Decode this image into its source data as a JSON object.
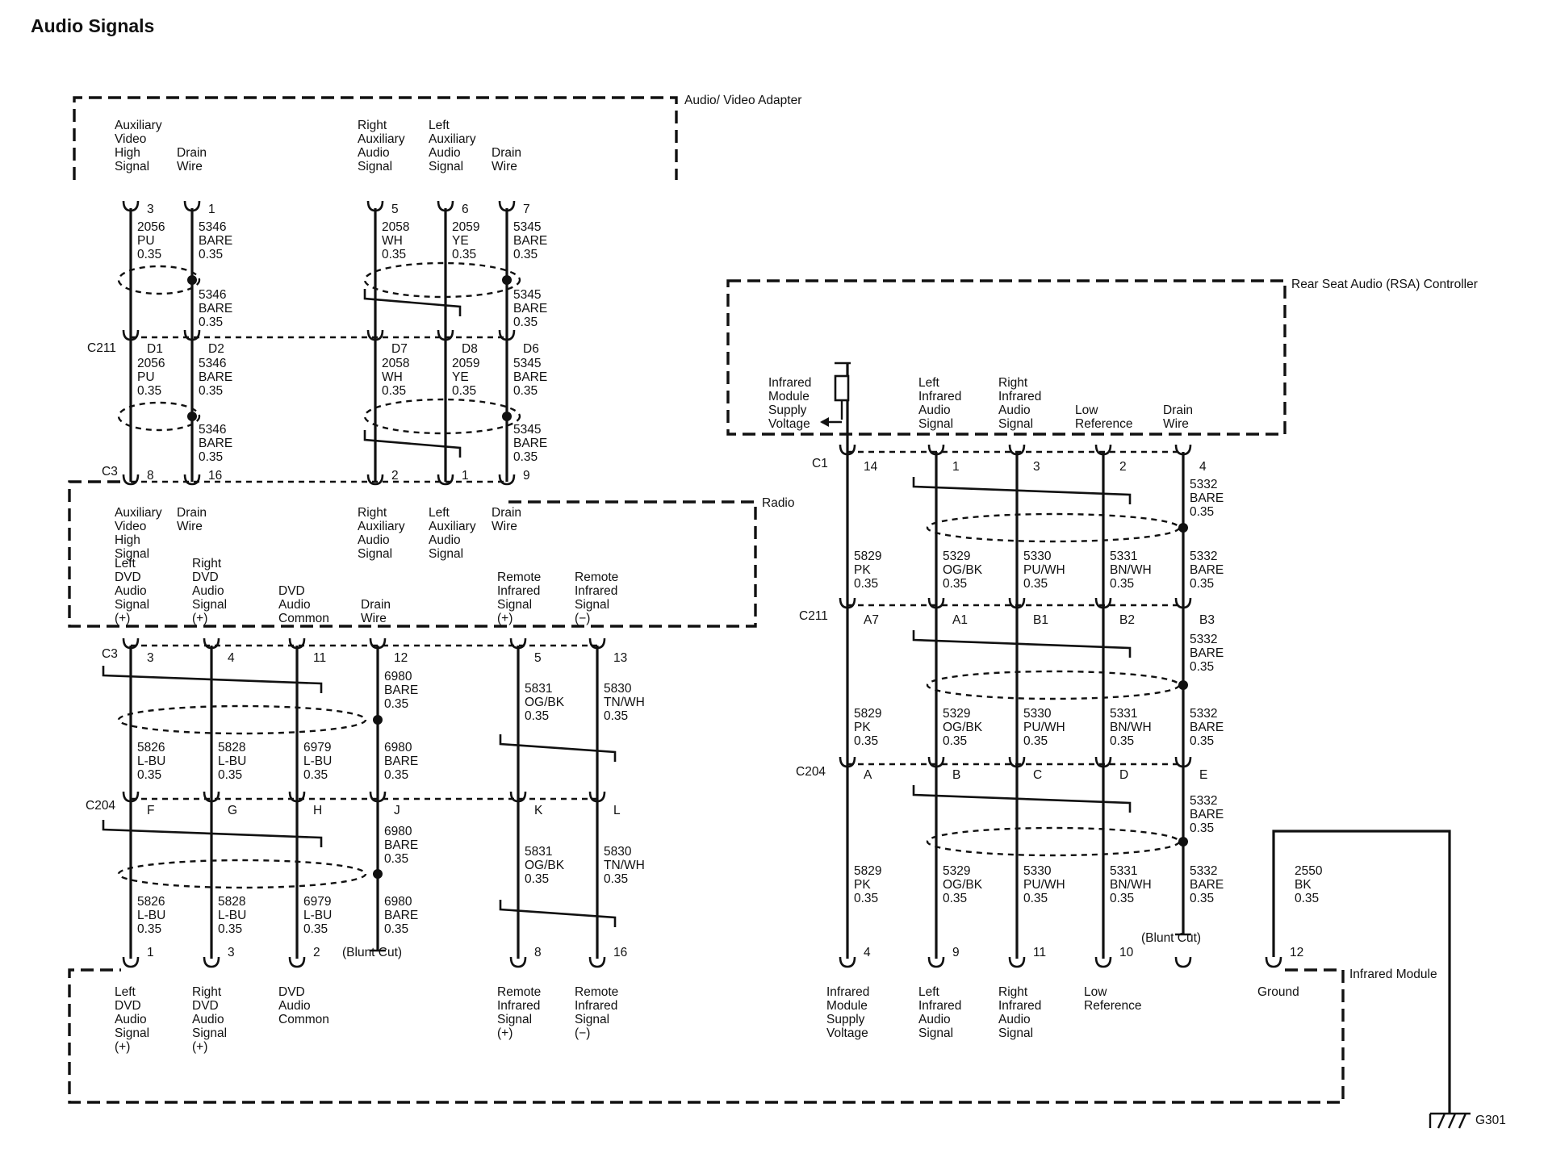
{
  "title": "Audio Signals",
  "components": {
    "av_adapter": "Audio/ Video Adapter",
    "radio": "Radio",
    "rsa": "Rear Seat Audio (RSA) Controller",
    "ir_module": "Infrared Module",
    "ground": "G301"
  },
  "connectors": {
    "c211": "C211",
    "c3": "C3",
    "c204": "C204",
    "c1": "C1"
  },
  "av_labels": [
    "Auxiliary Video High Signal",
    "Drain Wire",
    "Right Auxiliary Audio Signal",
    "Left Auxiliary Audio Signal",
    "Drain Wire"
  ],
  "radio_top_labels": [
    "Auxiliary Video High Signal",
    "Drain Wire",
    "Right Auxiliary Audio Signal",
    "Left Auxiliary Audio Signal",
    "Drain Wire"
  ],
  "radio_bottom_labels": [
    "Left DVD Audio Signal (+)",
    "Right DVD Audio Signal (+)",
    "DVD Audio Common",
    "Drain Wire",
    "Remote Infrared Signal (+)",
    "Remote Infrared Signal (−)"
  ],
  "rsa_labels": [
    "Infrared Module Supply Voltage",
    "Left Infrared Audio Signal",
    "Right Infrared Audio Signal",
    "Low Reference",
    "Drain Wire"
  ],
  "irm_labels": [
    "Left DVD Audio Signal (+)",
    "Right DVD Audio Signal (+)",
    "DVD Audio Common",
    "Remote Infrared Signal (+)",
    "Remote Infrared Signal (−)",
    "Infrared Module Supply Voltage",
    "Left Infrared Audio Signal",
    "Right Infrared Audio Signal",
    "Low Reference",
    "Ground"
  ],
  "blunt_cut": "(Blunt Cut)",
  "pins": {
    "av": [
      "3",
      "1",
      "5",
      "6",
      "7"
    ],
    "c211_left": [
      "D1",
      "D2",
      "D7",
      "D8",
      "D6"
    ],
    "c3_top": [
      "8",
      "16",
      "2",
      "1",
      "9"
    ],
    "c3_bottom": [
      "3",
      "4",
      "11",
      "12",
      "5",
      "13"
    ],
    "c204_left": [
      "F",
      "G",
      "H",
      "J",
      "K",
      "L"
    ],
    "irm_left": [
      "1",
      "3",
      "2",
      "8",
      "16"
    ],
    "c1": [
      "14",
      "1",
      "3",
      "2",
      "4"
    ],
    "c211_right": [
      "A7",
      "A1",
      "B1",
      "B2",
      "B3"
    ],
    "c204_right": [
      "A",
      "B",
      "C",
      "D",
      "E"
    ],
    "irm_right": [
      "4",
      "9",
      "11",
      "10",
      "12"
    ]
  },
  "wires": {
    "av_seg1": [
      [
        "2056",
        "PU",
        "0.35"
      ],
      [
        "5346",
        "BARE",
        "0.35"
      ],
      [
        "2058",
        "WH",
        "0.35"
      ],
      [
        "2059",
        "YE",
        "0.35"
      ],
      [
        "5345",
        "BARE",
        "0.35"
      ]
    ],
    "av_seg2": [
      [
        "5346",
        "BARE",
        "0.35"
      ],
      [
        "5345",
        "BARE",
        "0.35"
      ]
    ],
    "av_seg3": [
      [
        "2056",
        "PU",
        "0.35"
      ],
      [
        "5346",
        "BARE",
        "0.35"
      ],
      [
        "2058",
        "WH",
        "0.35"
      ],
      [
        "2059",
        "YE",
        "0.35"
      ],
      [
        "5345",
        "BARE",
        "0.35"
      ]
    ],
    "av_seg4": [
      [
        "5346",
        "BARE",
        "0.35"
      ],
      [
        "5345",
        "BARE",
        "0.35"
      ]
    ],
    "dvd_seg1_drain": [
      "6980",
      "BARE",
      "0.35"
    ],
    "dvd_seg1_ir": [
      [
        "5831",
        "OG/BK",
        "0.35"
      ],
      [
        "5830",
        "TN/WH",
        "0.35"
      ]
    ],
    "dvd_seg2": [
      [
        "5826",
        "L-BU",
        "0.35"
      ],
      [
        "5828",
        "L-BU",
        "0.35"
      ],
      [
        "6979",
        "L-BU",
        "0.35"
      ],
      [
        "6980",
        "BARE",
        "0.35"
      ]
    ],
    "dvd_seg3_drain": [
      "6980",
      "BARE",
      "0.35"
    ],
    "dvd_seg3_ir": [
      [
        "5831",
        "OG/BK",
        "0.35"
      ],
      [
        "5830",
        "TN/WH",
        "0.35"
      ]
    ],
    "dvd_seg4": [
      [
        "5826",
        "L-BU",
        "0.35"
      ],
      [
        "5828",
        "L-BU",
        "0.35"
      ],
      [
        "6979",
        "L-BU",
        "0.35"
      ],
      [
        "6980",
        "BARE",
        "0.35"
      ]
    ],
    "ir_seg1_drain": [
      "5332",
      "BARE",
      "0.35"
    ],
    "ir_seg2": [
      [
        "5829",
        "PK",
        "0.35"
      ],
      [
        "5329",
        "OG/BK",
        "0.35"
      ],
      [
        "5330",
        "PU/WH",
        "0.35"
      ],
      [
        "5331",
        "BN/WH",
        "0.35"
      ],
      [
        "5332",
        "BARE",
        "0.35"
      ]
    ],
    "ir_seg3_drain": [
      "5332",
      "BARE",
      "0.35"
    ],
    "ir_seg4": [
      [
        "5829",
        "PK",
        "0.35"
      ],
      [
        "5329",
        "OG/BK",
        "0.35"
      ],
      [
        "5330",
        "PU/WH",
        "0.35"
      ],
      [
        "5331",
        "BN/WH",
        "0.35"
      ],
      [
        "5332",
        "BARE",
        "0.35"
      ]
    ],
    "ir_seg5_drain": [
      "5332",
      "BARE",
      "0.35"
    ],
    "ir_seg6": [
      [
        "5829",
        "PK",
        "0.35"
      ],
      [
        "5329",
        "OG/BK",
        "0.35"
      ],
      [
        "5330",
        "PU/WH",
        "0.35"
      ],
      [
        "5331",
        "BN/WH",
        "0.35"
      ],
      [
        "5332",
        "BARE",
        "0.35"
      ]
    ],
    "ground_wire": [
      "2550",
      "BK",
      "0.35"
    ]
  }
}
